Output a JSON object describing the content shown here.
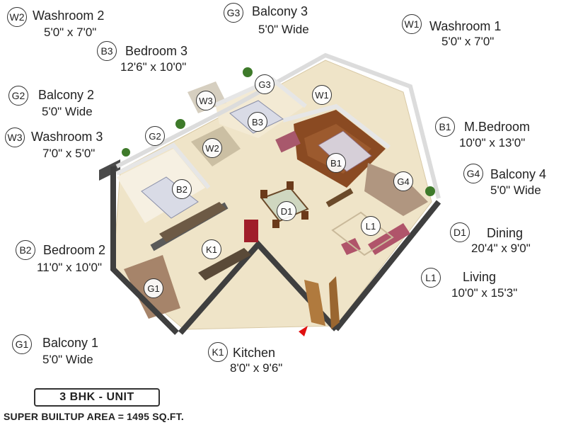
{
  "rooms": {
    "w2": {
      "code": "W2",
      "name": "Washroom 2",
      "dim": "5'0\" x 7'0\""
    },
    "g3": {
      "code": "G3",
      "name": "Balcony 3",
      "dim": "5'0\" Wide"
    },
    "w1": {
      "code": "W1",
      "name": "Washroom 1",
      "dim": "5'0\" x 7'0\""
    },
    "b3": {
      "code": "B3",
      "name": "Bedroom 3",
      "dim": "12'6\" x 10'0\""
    },
    "g2": {
      "code": "G2",
      "name": "Balcony 2",
      "dim": "5'0\" Wide"
    },
    "b1": {
      "code": "B1",
      "name": "M.Bedroom",
      "dim": "10'0\" x 13'0\""
    },
    "w3": {
      "code": "W3",
      "name": "Washroom 3",
      "dim": "7'0\" x 5'0\""
    },
    "g4": {
      "code": "G4",
      "name": "Balcony 4",
      "dim": "5'0\" Wide"
    },
    "d1": {
      "code": "D1",
      "name": "Dining",
      "dim": "20'4\" x 9'0\""
    },
    "b2": {
      "code": "B2",
      "name": "Bedroom 2",
      "dim": "11'0\" x 10'0\""
    },
    "l1": {
      "code": "L1",
      "name": "Living",
      "dim": "10'0\" x 15'3\""
    },
    "g1": {
      "code": "G1",
      "name": "Balcony 1",
      "dim": "5'0\" Wide"
    },
    "k1": {
      "code": "K1",
      "name": "Kitchen",
      "dim": "8'0\" x 9'6\""
    }
  },
  "unit_label": "3 BHK - UNIT",
  "area_label": "SUPER BUILTUP AREA = 1495 SQ.FT.",
  "colors": {
    "floor": "#efe4c8",
    "wood": "#8a4a22",
    "wall_top": "#e8e8e8",
    "wall_side": "#4a4a4a",
    "bed": "#d9dbe6",
    "sofa": "#b0546a",
    "fridge": "#a01e2a",
    "entry_arrow": "#e01010"
  }
}
